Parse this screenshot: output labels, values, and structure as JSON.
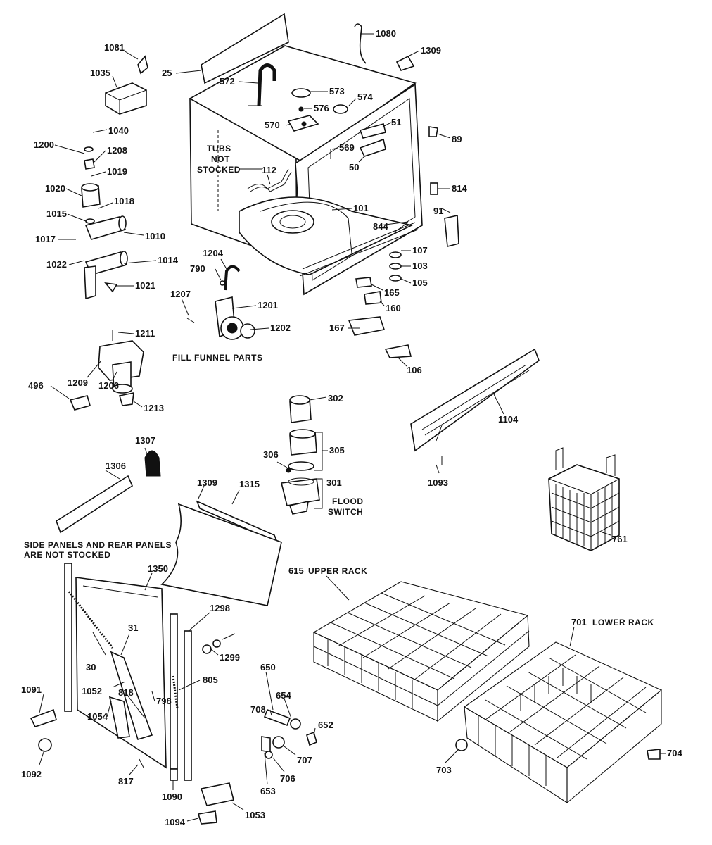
{
  "captions": {
    "tubs_l1": "TUBS",
    "tubs_l2": "NOT",
    "tubs_l3": "STOCKED",
    "fill_funnel": "FILL FUNNEL PARTS",
    "flood_l1": "FLOOD",
    "flood_l2": "SWITCH",
    "side_l1": "SIDE PANELS AND REAR PANELS",
    "side_l2": "ARE NOT STOCKED",
    "upper_rack": "UPPER RACK",
    "lower_rack": "LOWER RACK"
  },
  "labels": {
    "p1081": "1081",
    "p1035": "1035",
    "p25": "25",
    "p572": "572",
    "p1080": "1080",
    "p1309a": "1309",
    "p573": "573",
    "p574": "574",
    "p576": "576",
    "p570": "570",
    "p51": "51",
    "p89": "89",
    "p569": "569",
    "p50": "50",
    "p112": "112",
    "p814": "814",
    "p1040": "1040",
    "p1200": "1200",
    "p1208": "1208",
    "p1019": "1019",
    "p1020": "1020",
    "p1018": "1018",
    "p1015": "1015",
    "p1010": "1010",
    "p1017": "1017",
    "p101": "101",
    "p91": "91",
    "p844": "844",
    "p1022": "1022",
    "p1014": "1014",
    "p1204": "1204",
    "p107": "107",
    "p103": "103",
    "p790": "790",
    "p105": "105",
    "p1021": "1021",
    "p165": "165",
    "p1207": "1207",
    "p1201": "1201",
    "p160": "160",
    "p1202": "1202",
    "p167": "167",
    "p1211": "1211",
    "p106": "106",
    "p1209": "1209",
    "p496": "496",
    "p1206": "1206",
    "p1213": "1213",
    "p302": "302",
    "p1104": "1104",
    "p305": "305",
    "p306": "306",
    "p1307": "1307",
    "p1306": "1306",
    "p1093": "1093",
    "p1309b": "1309",
    "p1315": "1315",
    "p301": "301",
    "p761": "761",
    "p1350": "1350",
    "p615": "615",
    "p701": "701",
    "p1298": "1298",
    "p31": "31",
    "p30": "30",
    "p1299": "1299",
    "p650": "650",
    "p805": "805",
    "p1052": "1052",
    "p818": "818",
    "p798": "798",
    "p1091": "1091",
    "p654": "654",
    "p708": "708",
    "p652": "652",
    "p1054": "1054",
    "p707": "707",
    "p704": "704",
    "p1092": "1092",
    "p817": "817",
    "p706": "706",
    "p703": "703",
    "p653": "653",
    "p1090": "1090",
    "p1053": "1053",
    "p1094": "1094"
  }
}
